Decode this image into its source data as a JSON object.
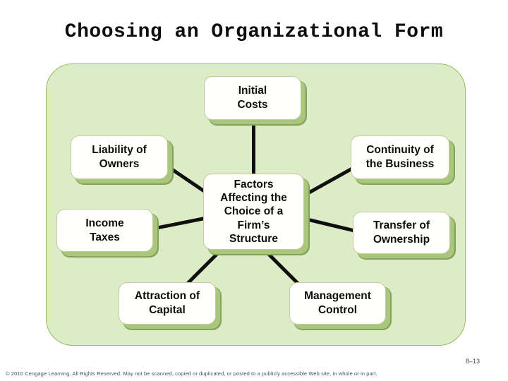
{
  "slide": {
    "title": "Choosing an Organizational Form",
    "page_number": "8–13",
    "footer": "© 2010 Cengage Learning. All Rights Reserved. May not be scanned, copied or duplicated, or posted to a publicly accessible Web site, in whole or in part."
  },
  "diagram": {
    "type": "radial-factor-diagram",
    "center": {
      "label": "Factors\nAffecting the\nChoice of a\nFirm’s\nStructure"
    },
    "nodes": [
      {
        "id": "initial-costs",
        "label": "Initial\nCosts"
      },
      {
        "id": "liability-of-owners",
        "label": "Liability of\nOwners"
      },
      {
        "id": "continuity-of-the-business",
        "label": "Continuity of\nthe Business"
      },
      {
        "id": "income-taxes",
        "label": "Income\nTaxes"
      },
      {
        "id": "transfer-of-ownership",
        "label": "Transfer of\nOwnership"
      },
      {
        "id": "attraction-of-capital",
        "label": "Attraction of\nCapital"
      },
      {
        "id": "management-control",
        "label": "Management\nControl"
      }
    ],
    "colors": {
      "panel_fill": "#dcecc6",
      "panel_border": "#96ba62",
      "node_fill": "#fffffb",
      "node_shadow": "#a9c77c",
      "connector": "#0f0f0f",
      "title_text": "#0d0d0d",
      "footer_text": "#3f4f66"
    }
  }
}
